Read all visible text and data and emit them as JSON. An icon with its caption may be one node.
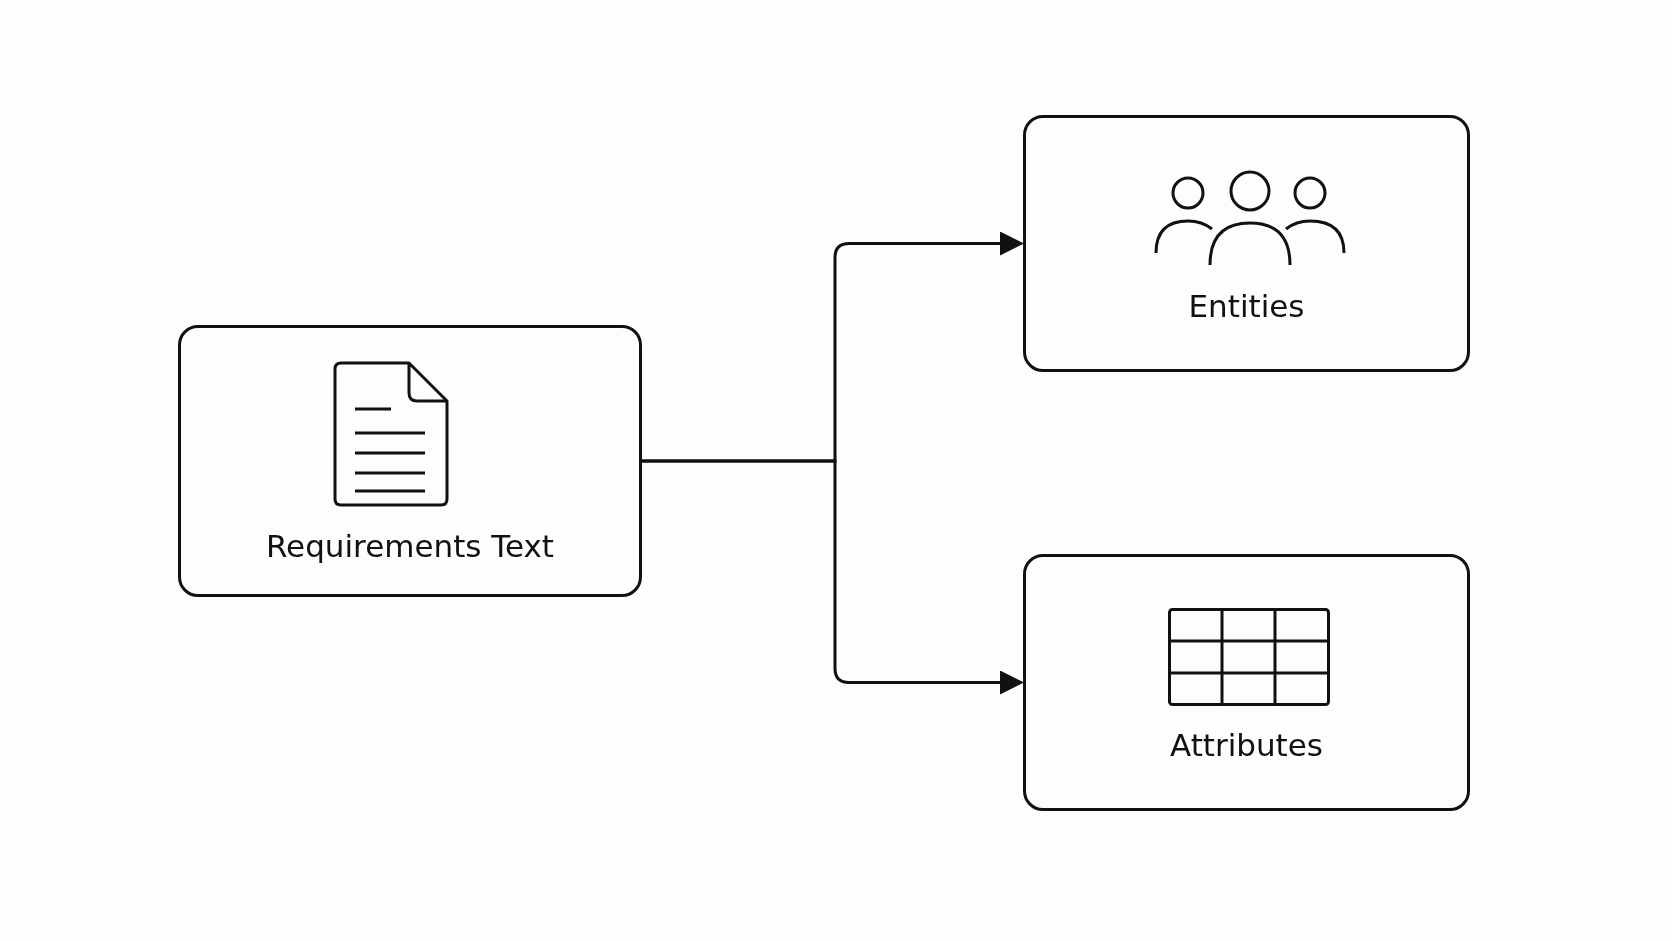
{
  "diagram": {
    "nodes": [
      {
        "text": [
          "Requirements Text"
        ]
      },
      {
        "text": [
          "Entities"
        ]
      },
      {
        "text": [
          "Attributes"
        ]
      }
    ],
    "edges": [
      {
        "from": 0,
        "to": 1,
        "arrow": "to"
      },
      {
        "from": 0,
        "to": 2,
        "arrow": "to"
      }
    ]
  }
}
